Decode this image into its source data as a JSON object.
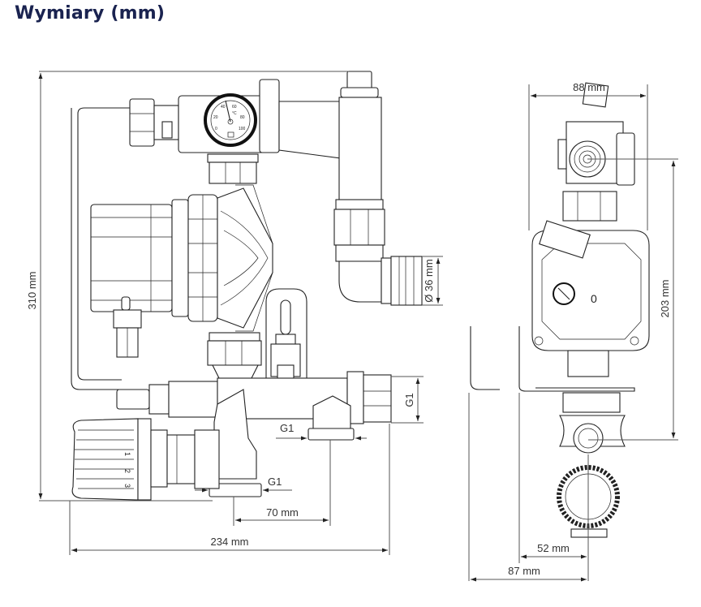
{
  "title": "Wymiary (mm)",
  "front_view": {
    "dimensions": {
      "height": "310 mm",
      "width": "234 mm",
      "spacing": "70 mm",
      "pipe_diameter": "Ø 36 mm",
      "thread_right": "G1",
      "thread_middle": "G1",
      "thread_bottom": "G1"
    },
    "thermometer_scale": [
      "0",
      "20",
      "40",
      "60",
      "80",
      "100"
    ],
    "thermometer_unit": "°C",
    "thermostat_marks": [
      "1",
      "2",
      "3"
    ]
  },
  "side_view": {
    "dimensions": {
      "width": "88 mm",
      "height": "203 mm",
      "depth_inner": "52 mm",
      "depth_outer": "87 mm"
    },
    "pump_setting": "0"
  }
}
